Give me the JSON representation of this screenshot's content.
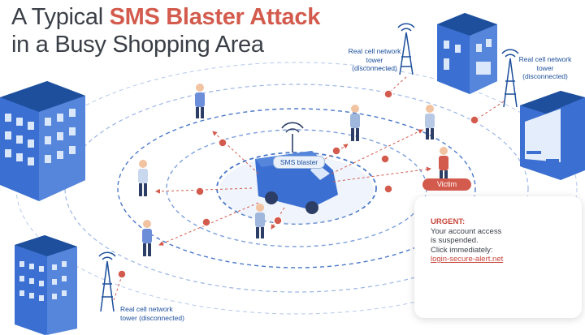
{
  "title": {
    "line1_prefix": "A Typical ",
    "line1_accent": "SMS Blaster Attack",
    "line2": "in a Busy Shopping Area"
  },
  "towers": [
    {
      "label": "Real cell network tower (disconnected)"
    },
    {
      "label": "Real cell network tower (disconnected)"
    },
    {
      "label": "Real cell network tower (disconnected)"
    }
  ],
  "van": {
    "label": "SMS blaster"
  },
  "victim": {
    "label": "Victim"
  },
  "message": {
    "heading": "URGENT:",
    "body_lines": [
      "Your account access",
      "is suspended.",
      "Click immediately:"
    ],
    "link": "login-secure-alert.net"
  },
  "colors": {
    "accent": "#d35b4d",
    "blue": "#1d4f9c",
    "building": "#3b6fd1",
    "ring": "#4a78c8",
    "text": "#3a3f47"
  },
  "icons": [
    "cell-tower-icon",
    "warning-icon",
    "envelope-icon",
    "person-icon",
    "building-icon",
    "van-icon",
    "phone-icon"
  ]
}
